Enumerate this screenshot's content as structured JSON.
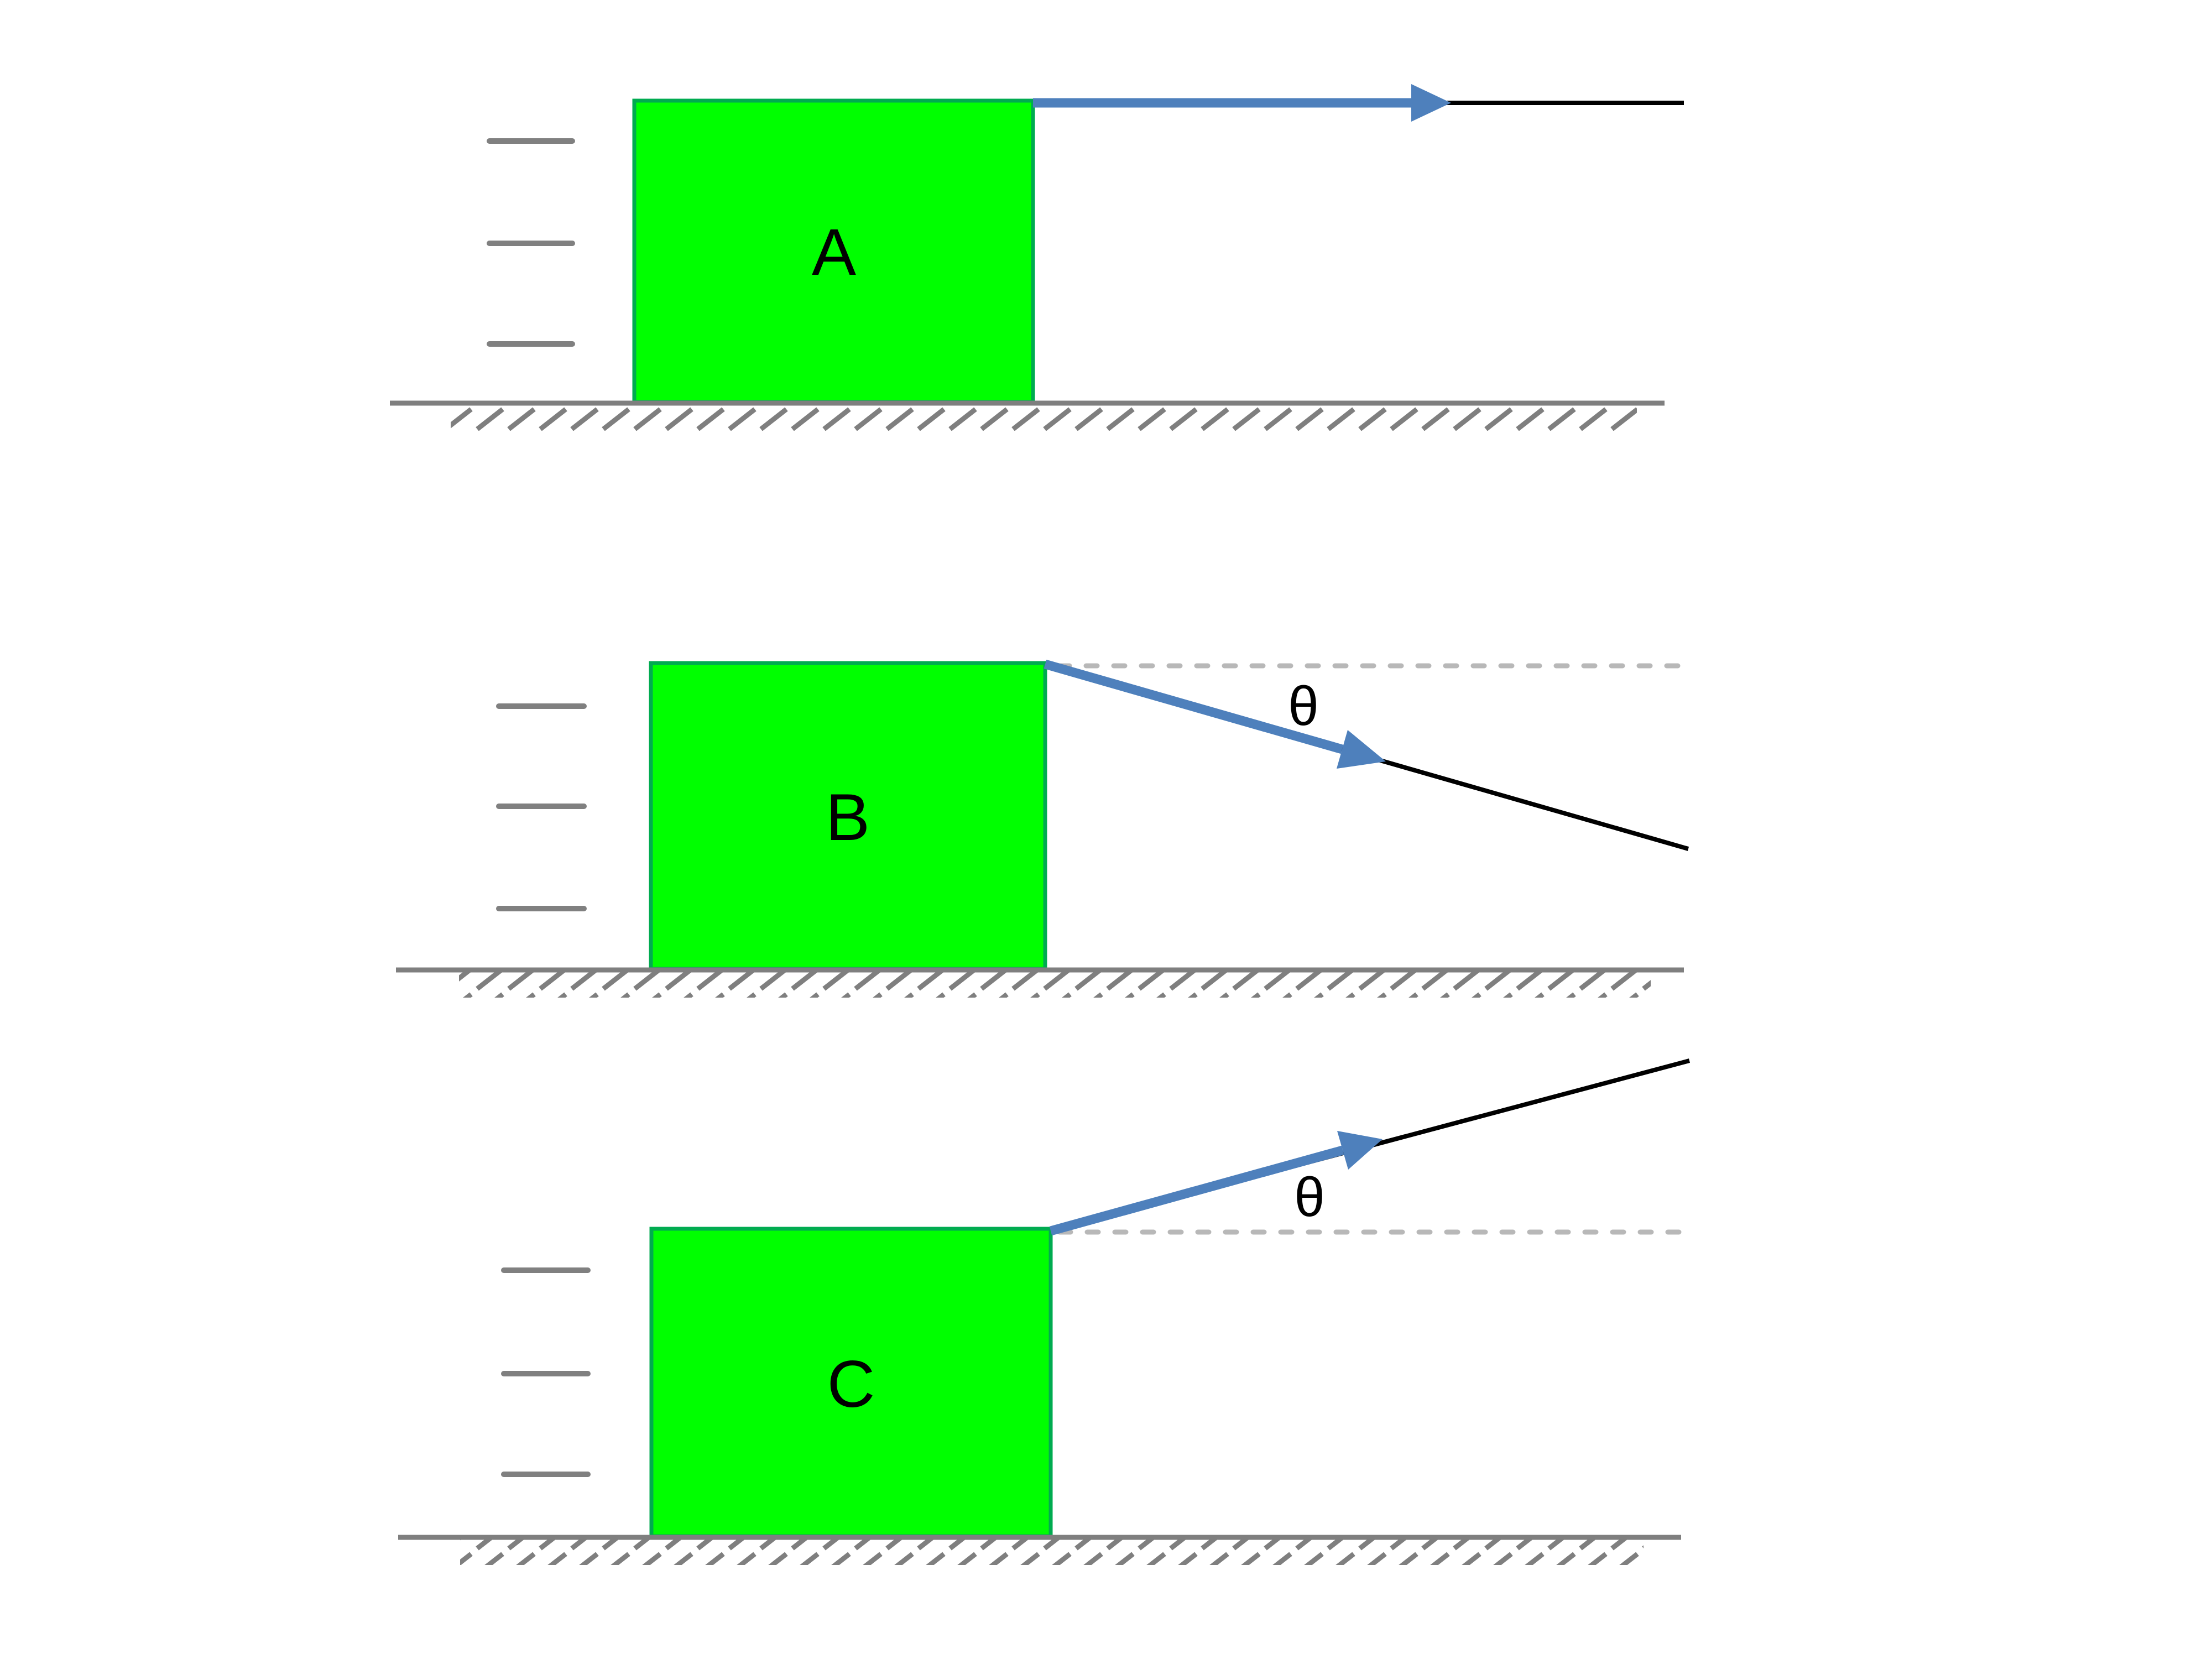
{
  "colors": {
    "block_fill": "#00FF00",
    "block_border": "#00AB50",
    "force_arrow_blue": "#4E80BC",
    "rope_black": "#000000",
    "ground_gray": "#7F7F7F",
    "motion_mark_gray": "#808080",
    "reference_dash_gray": "#B8B8B8",
    "label_black": "#000000",
    "background": "#FFFFFF"
  },
  "scenes": [
    {
      "label": "A",
      "angle_label": ""
    },
    {
      "label": "B",
      "angle_label": "θ"
    },
    {
      "label": "C",
      "angle_label": "θ"
    }
  ]
}
